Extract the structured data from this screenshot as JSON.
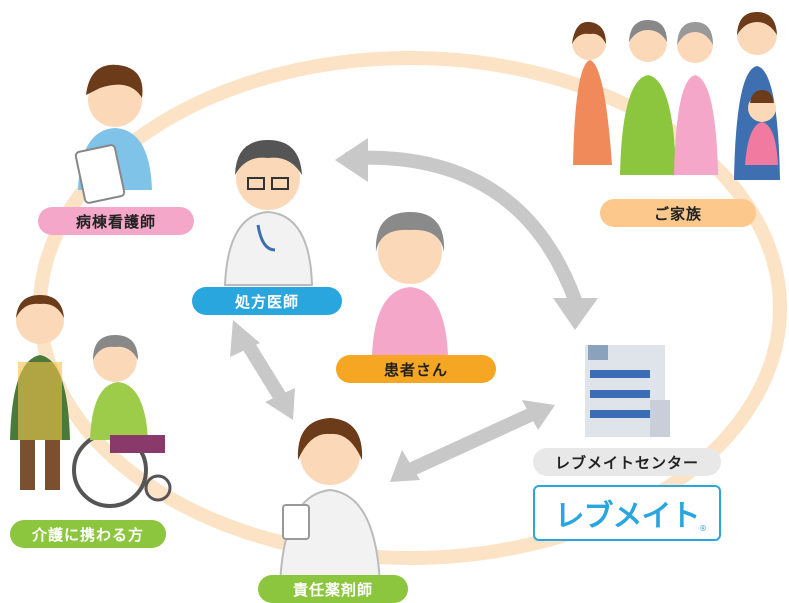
{
  "colors": {
    "ring": "#fce3c6",
    "arrow": "#c8c8c8",
    "nurse": "#f4a7c8",
    "doctor": "#2aa6de",
    "patient": "#f5a623",
    "family": "#fcc88c",
    "care": "#8cc63f",
    "pharmacist": "#8cc63f",
    "center": "#e8e8e8",
    "logo": "#2aa6de"
  },
  "labels": {
    "nurse": "病棟看護師",
    "doctor": "処方医師",
    "patient": "患者さん",
    "family": "ご家族",
    "care": "介護に携わる方",
    "pharmacist": "責任薬剤師",
    "center": "レブメイトセンター"
  },
  "logo": {
    "text": "レブメイト",
    "mark": "®"
  }
}
